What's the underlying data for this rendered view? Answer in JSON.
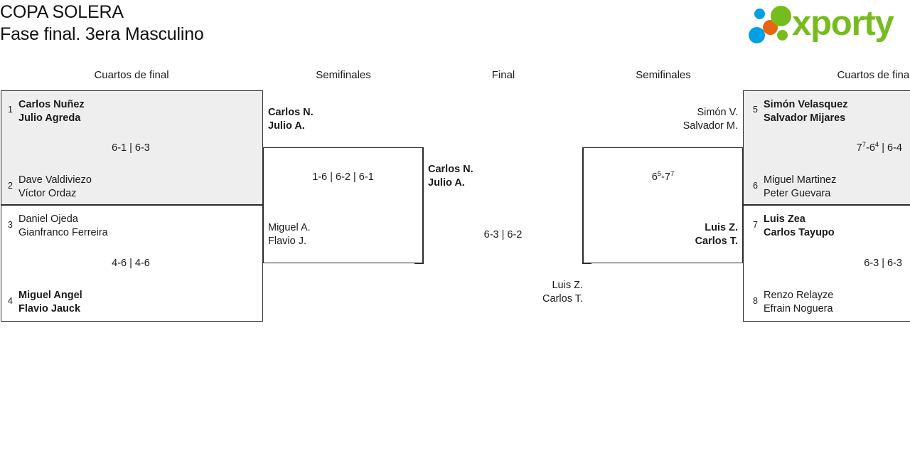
{
  "header": {
    "title_line1": "COPA SOLERA",
    "title_line2": "Fase final. 3era Masculino",
    "logo_text": "xporty"
  },
  "round_headers": [
    {
      "label": "Cuartos de final"
    },
    {
      "label": "Semifinales"
    },
    {
      "label": "Final"
    },
    {
      "label": "Semifinales"
    },
    {
      "label": "Cuartos de final"
    }
  ],
  "matches": {
    "qf1": {
      "seed_top": "1",
      "top_line1": "Carlos Nuñez",
      "top_line2": "Julio Agreda",
      "seed_bottom": "2",
      "bottom_line1": "Dave Valdiviezo",
      "bottom_line2": "Víctor Ordaz",
      "score": "6-1 | 6-3"
    },
    "qf2": {
      "seed_top": "3",
      "top_line1": "Daniel Ojeda",
      "top_line2": "Gianfranco Ferreira",
      "seed_bottom": "4",
      "bottom_line1": "Miguel Angel",
      "bottom_line2": "Flavio Jauck",
      "score": "4-6 | 4-6"
    },
    "qf3": {
      "seed_top": "5",
      "top_line1": "Simón Velasquez",
      "top_line2": "Salvador Mijares",
      "seed_bottom": "6",
      "bottom_line1": "Miguel Martinez",
      "bottom_line2": "Peter Guevara",
      "score_main1": "7",
      "score_sup1": "7",
      "score_mid": "-6",
      "score_sup2": "4",
      "score_tail": " | 6-4"
    },
    "qf4": {
      "seed_top": "7",
      "top_line1": "Luis Zea",
      "top_line2": "Carlos Tayupo",
      "seed_bottom": "8",
      "bottom_line1": "Renzo Relayze",
      "bottom_line2": "Efrain Noguera",
      "score": "6-3 | 6-3"
    },
    "sf_left": {
      "top_line1": "Carlos N.",
      "top_line2": "Julio A.",
      "bottom_line1": "Miguel A.",
      "bottom_line2": "Flavio J.",
      "score": "1-6 | 6-2 | 6-1"
    },
    "sf_right": {
      "top_line1": "Simón V.",
      "top_line2": "Salvador M.",
      "bottom_line1": "Luis Z.",
      "bottom_line2": "Carlos T.",
      "score_main1": "6",
      "score_sup1": "5",
      "score_mid": "-7",
      "score_sup2": "7"
    },
    "final": {
      "top_line1": "Carlos N.",
      "top_line2": "Julio A.",
      "bottom_line1": "Luis Z.",
      "bottom_line2": "Carlos T.",
      "score": "6-3 | 6-2"
    }
  }
}
